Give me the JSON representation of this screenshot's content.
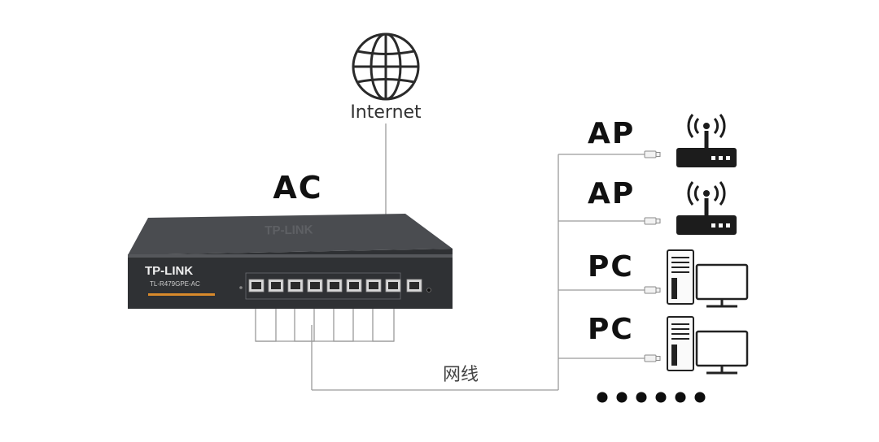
{
  "internet": {
    "label": "Internet"
  },
  "controller": {
    "label": "AC",
    "brand": "TP-LINK",
    "model": "TL-R479GPE-AC",
    "top_logo": "TP-LINK",
    "lan_port_count": 8,
    "wan_port_count": 1
  },
  "cable": {
    "label": "网线"
  },
  "devices": [
    {
      "label": "AP",
      "type": "access-point"
    },
    {
      "label": "AP",
      "type": "access-point"
    },
    {
      "label": "PC",
      "type": "desktop-pc"
    },
    {
      "label": "PC",
      "type": "desktop-pc"
    }
  ],
  "more": {
    "dot_count": 6
  },
  "colors": {
    "line": "#9a9a9a",
    "router_body": "#3e4044",
    "router_face": "#2f3134",
    "accent_orange": "#d98a2b"
  }
}
